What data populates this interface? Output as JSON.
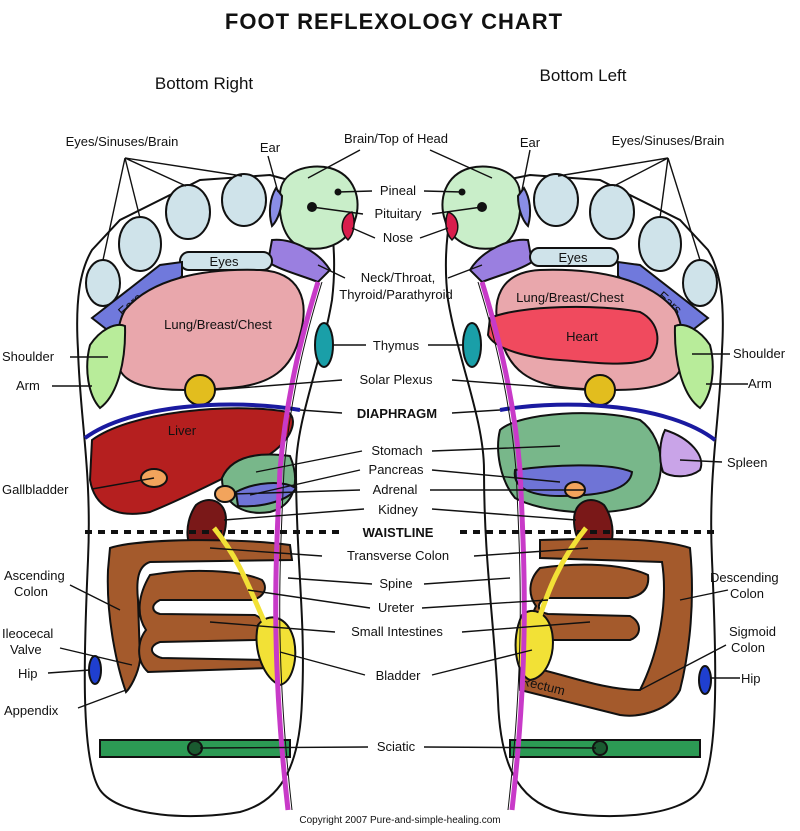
{
  "title": "FOOT REFLEXOLOGY CHART",
  "subtitles": {
    "right_foot": "Bottom Right",
    "left_foot": "Bottom Left"
  },
  "labels": {
    "eyes_sinuses_brain": "Eyes/Sinuses/Brain",
    "ear": "Ear",
    "brain_top_of_head": "Brain/Top of Head",
    "pineal": "Pineal",
    "pituitary": "Pituitary",
    "nose": "Nose",
    "eyes": "Eyes",
    "ears": "Ears",
    "neck_throat": "Neck/Throat,",
    "thyroid_parathyroid": "Thyroid/Parathyroid",
    "lung_breast_chest": "Lung/Breast/Chest",
    "heart": "Heart",
    "thymus": "Thymus",
    "shoulder": "Shoulder",
    "arm": "Arm",
    "solar_plexus": "Solar Plexus",
    "diaphragm": "DIAPHRAGM",
    "liver": "Liver",
    "stomach": "Stomach",
    "spleen": "Spleen",
    "pancreas": "Pancreas",
    "gallbladder": "Gallbladder",
    "adrenal": "Adrenal",
    "kidney": "Kidney",
    "waistline": "WAISTLINE",
    "transverse_colon": "Transverse Colon",
    "ascending": "Ascending",
    "colon": "Colon",
    "descending": "Descending",
    "spine": "Spine",
    "ureter": "Ureter",
    "small_intestines": "Small Intestines",
    "ileocecal": "Ileocecal",
    "valve": "Valve",
    "sigmoid": "Sigmoid",
    "hip": "Hip",
    "bladder": "Bladder",
    "rectum": "Rectum",
    "appendix": "Appendix",
    "sciatic": "Sciatic"
  },
  "copyright": "Copyright  2007  Pure-and-simple-healing.com",
  "colors": {
    "toe": "#cfe3ea",
    "brain": "#c9eec9",
    "ear": "#8a8ee6",
    "neck": "#9a7fe0",
    "ears_band": "#7079dc",
    "lung": "#e9a7ac",
    "heart": "#f04a5e",
    "shoulder": "#b8ec9a",
    "solar": "#e2bd1e",
    "diaphragm": "#1a1aa0",
    "liver": "#b51f1f",
    "stomach": "#78b78a",
    "pancreas": "#6f74d6",
    "adrenal": "#f2a45c",
    "kidney": "#7a1818",
    "colon": "#a45a2c",
    "bladder": "#f2e136",
    "spine": "#c83ac8",
    "thymus": "#1a9fa8",
    "spleen": "#c9a4e8",
    "hip": "#1f3fd0",
    "sciatic": "#2c9a54",
    "nose": "#d81e4c"
  }
}
